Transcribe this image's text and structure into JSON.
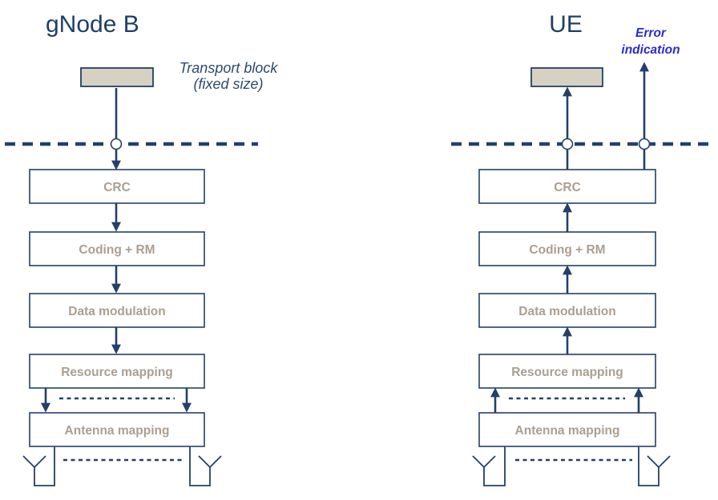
{
  "figure": {
    "left_panel": {
      "title": "gNode B",
      "note_line1": "Transport block",
      "note_line2": "(fixed size)",
      "blocks": [
        "CRC",
        "Coding + RM",
        "Data modulation",
        "Resource mapping",
        "Antenna mapping"
      ]
    },
    "right_panel": {
      "title": "UE",
      "note_line1": "Error",
      "note_line2": "indication",
      "blocks": [
        "CRC",
        "Coding + RM",
        "Data modulation",
        "Resource mapping",
        "Antenna mapping"
      ]
    },
    "icons": {
      "antenna_icon": "Y-shaped dipole antenna symbol",
      "junction_dot_icon": "small open circle on air-interface line",
      "arrowhead_icon": "solid triangular arrowhead"
    },
    "colors": {
      "line": "#23406a",
      "block_label": "#ac9e90",
      "transport_fill": "#d7d1c4",
      "title": "#1f3f67",
      "note": "#2d4a6b",
      "error_note": "#2b2bd0"
    }
  }
}
